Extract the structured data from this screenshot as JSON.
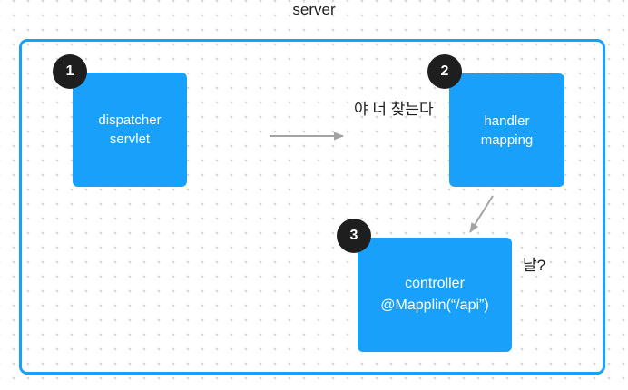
{
  "title": "server",
  "colors": {
    "canvas_bg": "#ffffff",
    "grid_dot": "#d8d8d8",
    "shape_blue": "#18a0fb",
    "border_blue": "#18a0fb",
    "badge_dark": "#1e1e1e",
    "arrow_gray": "#a3a3a3",
    "text_dark": "#1e1e1e",
    "shape_text": "#ffffff"
  },
  "nodes": [
    {
      "number": "1",
      "line1": "dispatcher",
      "line2": "servlet"
    },
    {
      "number": "2",
      "line1": "handler",
      "line2": "mapping"
    },
    {
      "number": "3",
      "line1": "controller",
      "line2": "@Mapplin(“/api”)"
    }
  ],
  "annotations": {
    "arrow1_label": "야 너 찾는다",
    "arrow2_label": "날?"
  }
}
